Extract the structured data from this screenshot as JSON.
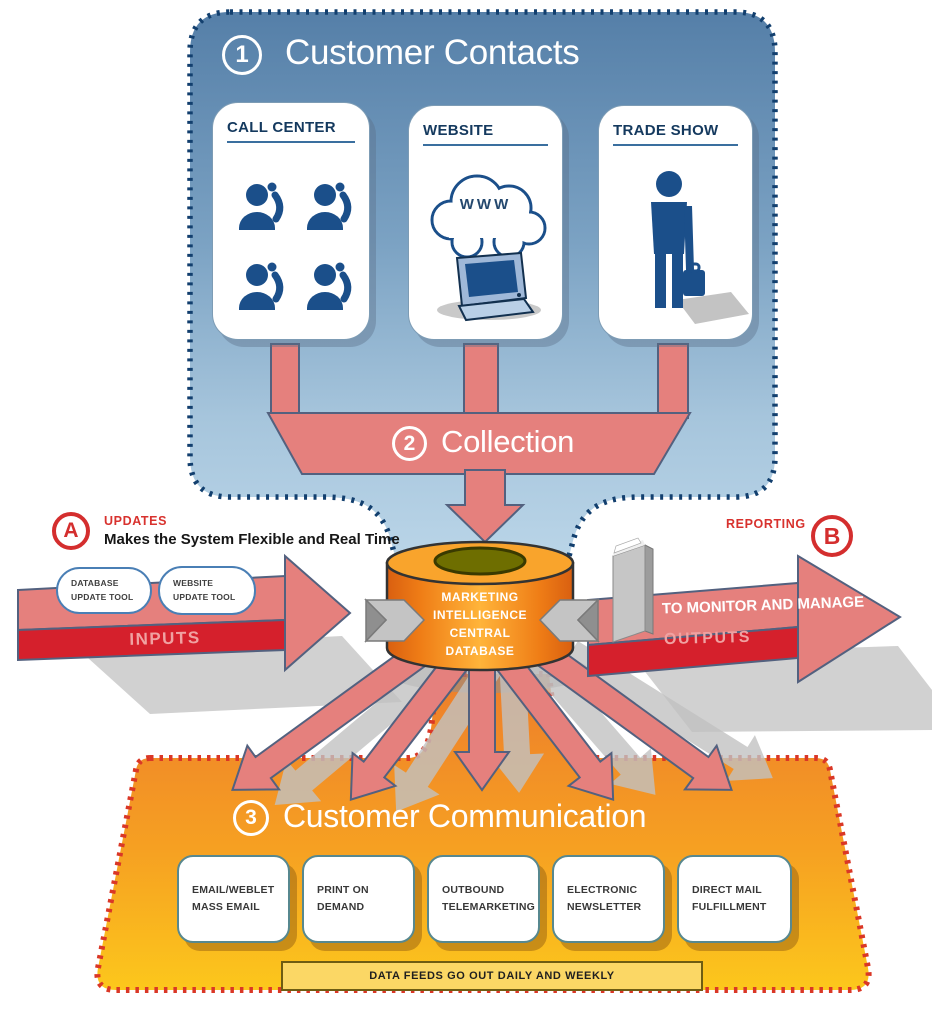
{
  "palette": {
    "panel_blue": "#6b94b8",
    "navy_dotted_border": "#123f6e",
    "icon_blue": "#1b4f8a",
    "salmon_arrow": "#e5807d",
    "arrow_front_red": "#d5202c",
    "accent_red": "#d42e2e",
    "cylinder_orange": "#f79022",
    "box_orange_top": "#ed7f2f",
    "box_yellow_bottom": "#fcc418",
    "dashed_red_border": "#da3726",
    "shadow_gray": "#c8c8c8"
  },
  "customer_contacts": {
    "number": "1",
    "title": "Customer Contacts",
    "cards": [
      {
        "label": "CALL CENTER"
      },
      {
        "label": "WEBSITE",
        "cloud_text": "WWW"
      },
      {
        "label": "TRADE SHOW"
      }
    ]
  },
  "collection": {
    "number": "2",
    "title": "Collection"
  },
  "updates": {
    "badge": "A",
    "label": "UPDATES",
    "description": "Makes the System Flexible and Real Time",
    "tools": [
      {
        "line1": "DATABASE",
        "line2": "UPDATE TOOL"
      },
      {
        "line1": "WEBSITE",
        "line2": "UPDATE TOOL"
      }
    ],
    "arrow_label": "INPUTS"
  },
  "database": {
    "line1": "MARKETING",
    "line2": "INTELLIGENCE",
    "line3": "CENTRAL",
    "line4": "DATABASE"
  },
  "reporting": {
    "badge": "B",
    "label": "REPORTING",
    "arrow_title": "TO MONITOR AND MANAGE",
    "arrow_label": "OUTPUTS"
  },
  "customer_communication": {
    "number": "3",
    "title": "Customer Communication",
    "cards": [
      {
        "line1": "EMAIL/WEBLET",
        "line2": "MASS EMAIL"
      },
      {
        "line1": "PRINT ON",
        "line2": "DEMAND"
      },
      {
        "line1": "OUTBOUND",
        "line2": "TELEMARKETING"
      },
      {
        "line1": "ELECTRONIC",
        "line2": "NEWSLETTER"
      },
      {
        "line1": "DIRECT MAIL",
        "line2": "FULFILLMENT"
      }
    ],
    "footer": "DATA FEEDS GO OUT DAILY AND WEEKLY"
  }
}
